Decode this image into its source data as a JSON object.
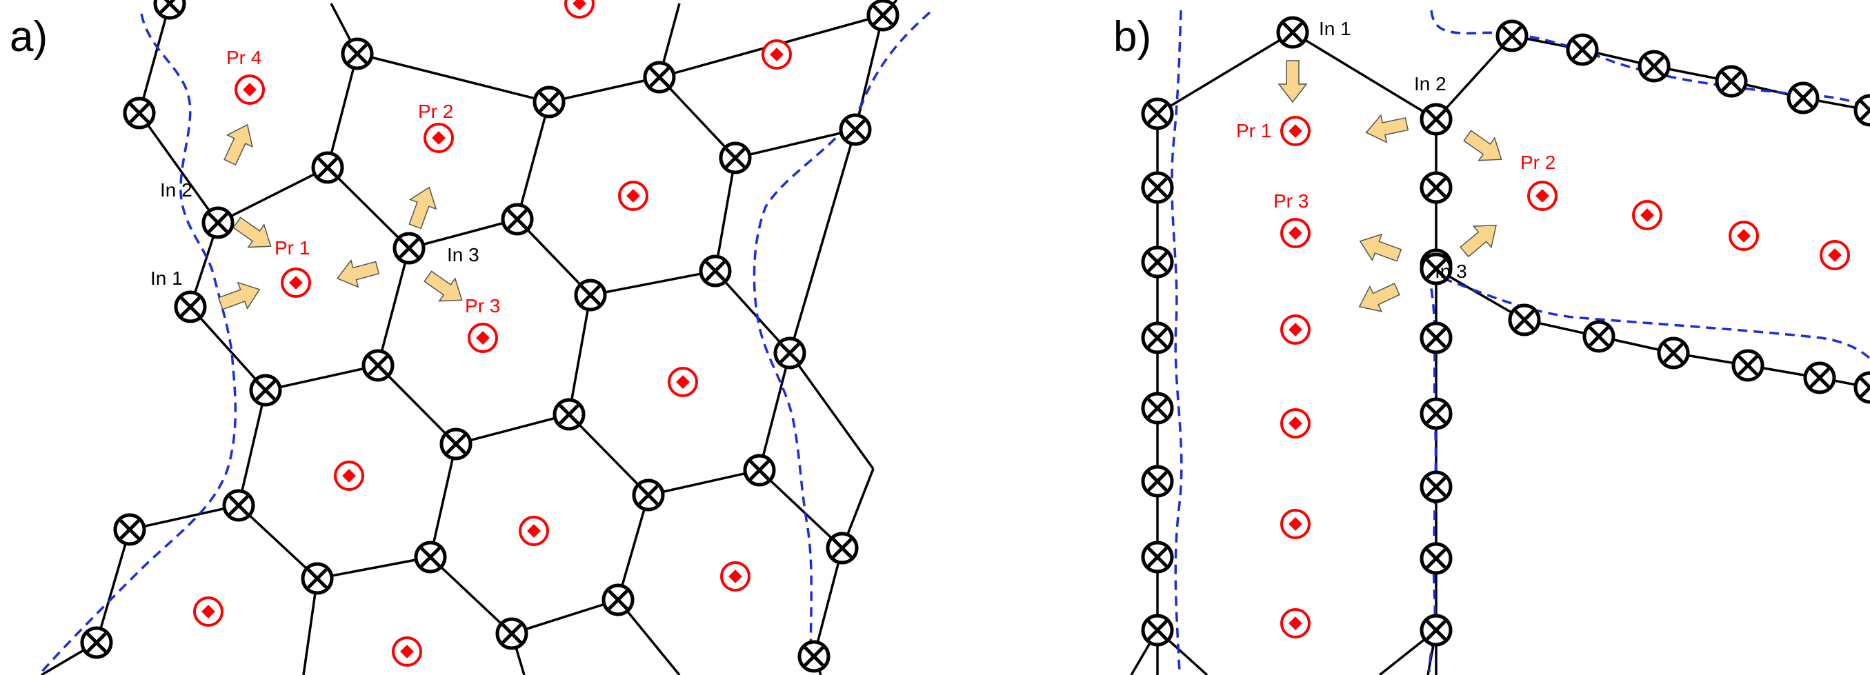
{
  "colors": {
    "injector_stroke": "#000000",
    "producer": "#ff0000",
    "front_line": "#1a2fd6",
    "arrow_fill": "#fad58c",
    "arrow_stroke": "#555555"
  },
  "legend_icons": {
    "injector": "circled-x-icon",
    "producer": "circled-dot-icon",
    "flow": "arrow-icon",
    "front": "dashed-line"
  },
  "panels": [
    {
      "id": "a",
      "letter": "a)",
      "labels": [
        {
          "text": "Pr 4",
          "kind": "pr"
        },
        {
          "text": "Pr 2",
          "kind": "pr"
        },
        {
          "text": "In 2",
          "kind": "in"
        },
        {
          "text": "Pr 1",
          "kind": "pr"
        },
        {
          "text": "In 3",
          "kind": "in"
        },
        {
          "text": "In 1",
          "kind": "in"
        },
        {
          "text": "Pr 3",
          "kind": "pr"
        }
      ]
    },
    {
      "id": "b",
      "letter": "b)",
      "labels": [
        {
          "text": "In 1",
          "kind": "in"
        },
        {
          "text": "In 2",
          "kind": "in"
        },
        {
          "text": "Pr 1",
          "kind": "pr"
        },
        {
          "text": "Pr 2",
          "kind": "pr"
        },
        {
          "text": "Pr 3",
          "kind": "pr"
        },
        {
          "text": "In 3",
          "kind": "in"
        }
      ]
    }
  ]
}
